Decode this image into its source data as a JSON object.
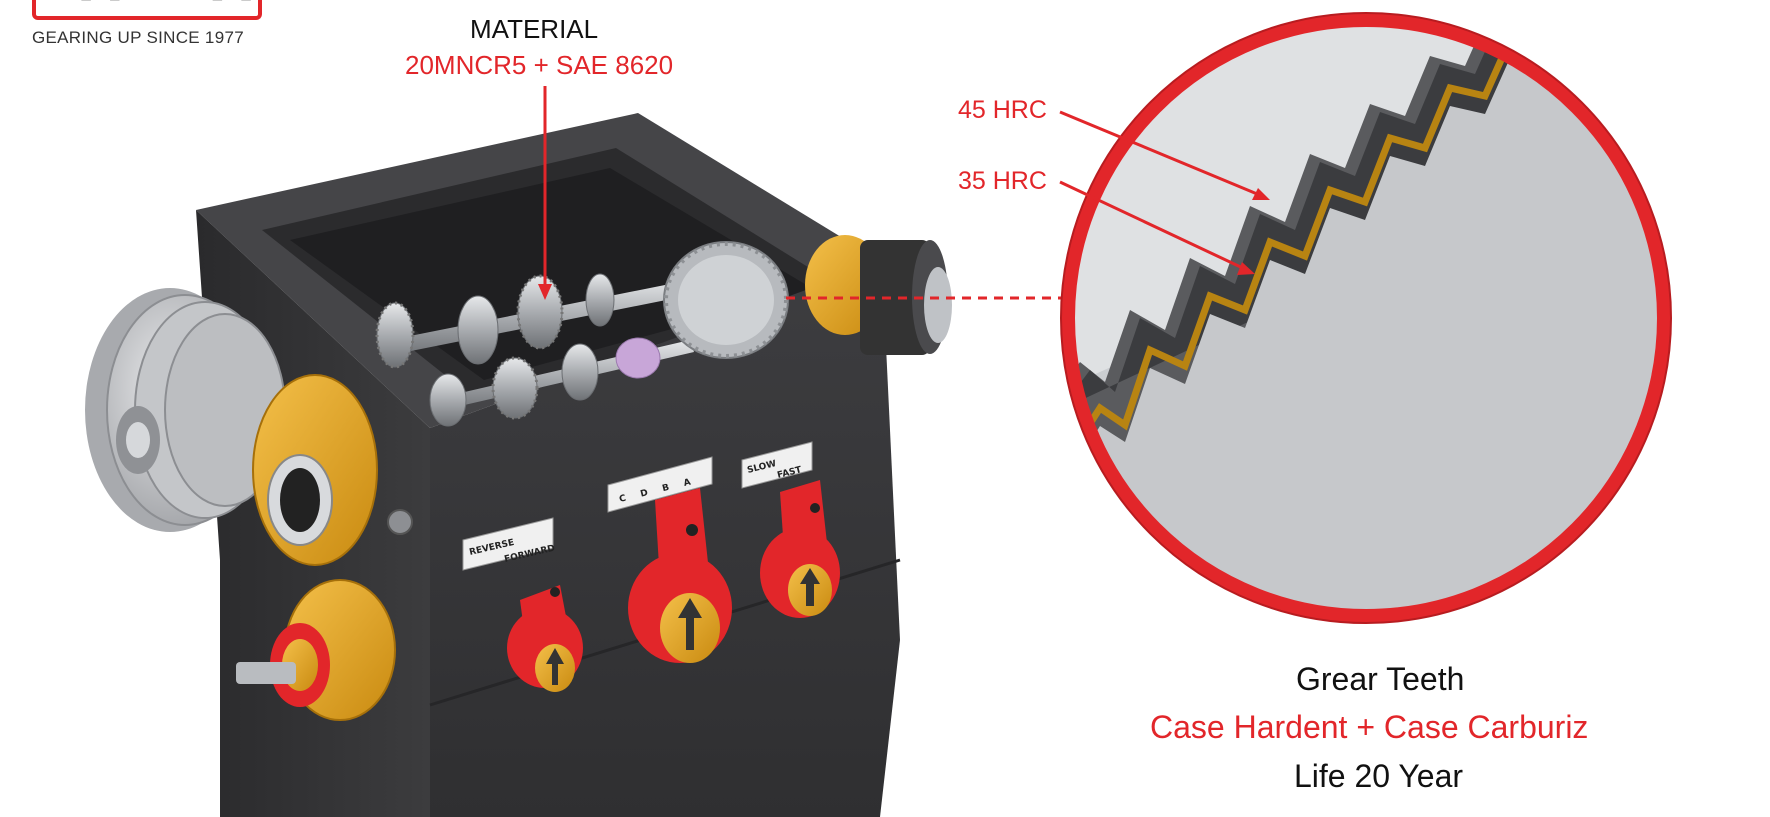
{
  "logo": {
    "wordmark": "BANKA",
    "tagline": "GEARING UP SINCE 1977",
    "brand_color": "#e2262a"
  },
  "material": {
    "title": "MATERIAL",
    "value": "20MNCR5 + SAE 8620"
  },
  "hardness": {
    "outer": "45 HRC",
    "inner": "35 HRC"
  },
  "teeth": {
    "title": "Grear Teeth",
    "process": "Case Hardent + Case Carburiz",
    "life": "Life 20 Year"
  },
  "gearbox": {
    "plate_direction_1": "REVERSE",
    "plate_direction_2": "FORWARD",
    "plate_range": "C D B A",
    "plate_speed_1": "SLOW",
    "plate_speed_2": "FAST"
  },
  "colors": {
    "accent_red": "#e2262a",
    "body_dark": "#3a3a3c",
    "brass": "#e9a829",
    "steel": "#b9bcc0"
  }
}
